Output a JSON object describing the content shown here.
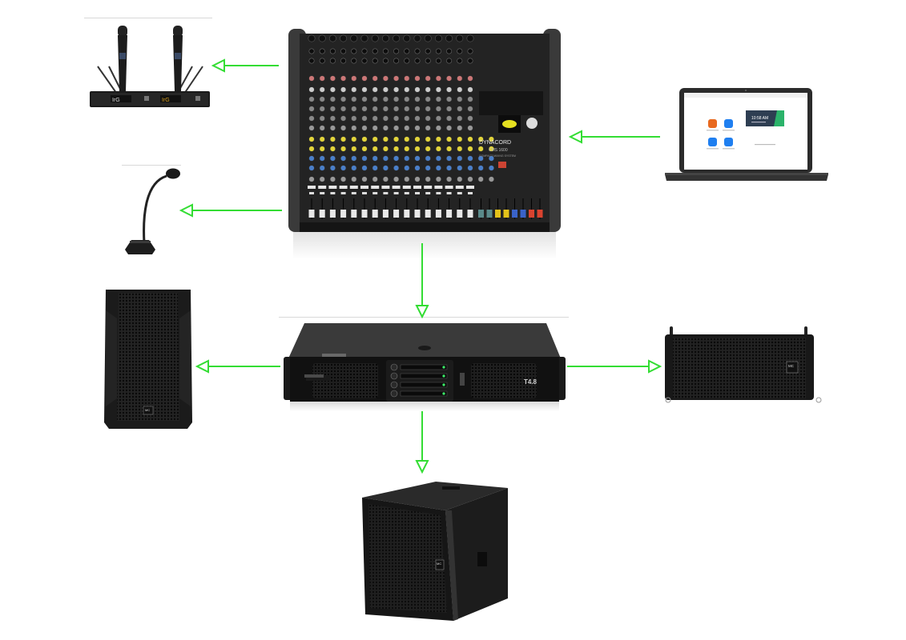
{
  "diagram": {
    "type": "audio-signal-flow",
    "arrow_color": "#33dd33",
    "nodes": {
      "wireless_mic": {
        "label": "Wireless microphone system (dual handheld + receiver)"
      },
      "gooseneck_mic": {
        "label": "Gooseneck conference microphone"
      },
      "mixer": {
        "label": "Powered mixing console",
        "brand": "DYNACORD",
        "model": "CMS 1600",
        "subtitle": "COMPACT MIXING SYSTEM"
      },
      "laptop": {
        "label": "Laptop (video conferencing app)",
        "clock": "10:58 AM"
      },
      "amplifier": {
        "label": "4-channel power amplifier",
        "model": "T4.8"
      },
      "speaker_left": {
        "label": "Full-range loudspeaker",
        "badge": "MC"
      },
      "speaker_right": {
        "label": "Line array loudspeaker",
        "badge": "MC"
      },
      "subwoofer": {
        "label": "Subwoofer",
        "badge": "MC"
      }
    },
    "edges": [
      {
        "from": "mixer",
        "to": "wireless_mic"
      },
      {
        "from": "mixer",
        "to": "gooseneck_mic"
      },
      {
        "from": "laptop",
        "to": "mixer"
      },
      {
        "from": "mixer",
        "to": "amplifier"
      },
      {
        "from": "amplifier",
        "to": "speaker_left"
      },
      {
        "from": "amplifier",
        "to": "speaker_right"
      },
      {
        "from": "amplifier",
        "to": "subwoofer"
      }
    ]
  }
}
